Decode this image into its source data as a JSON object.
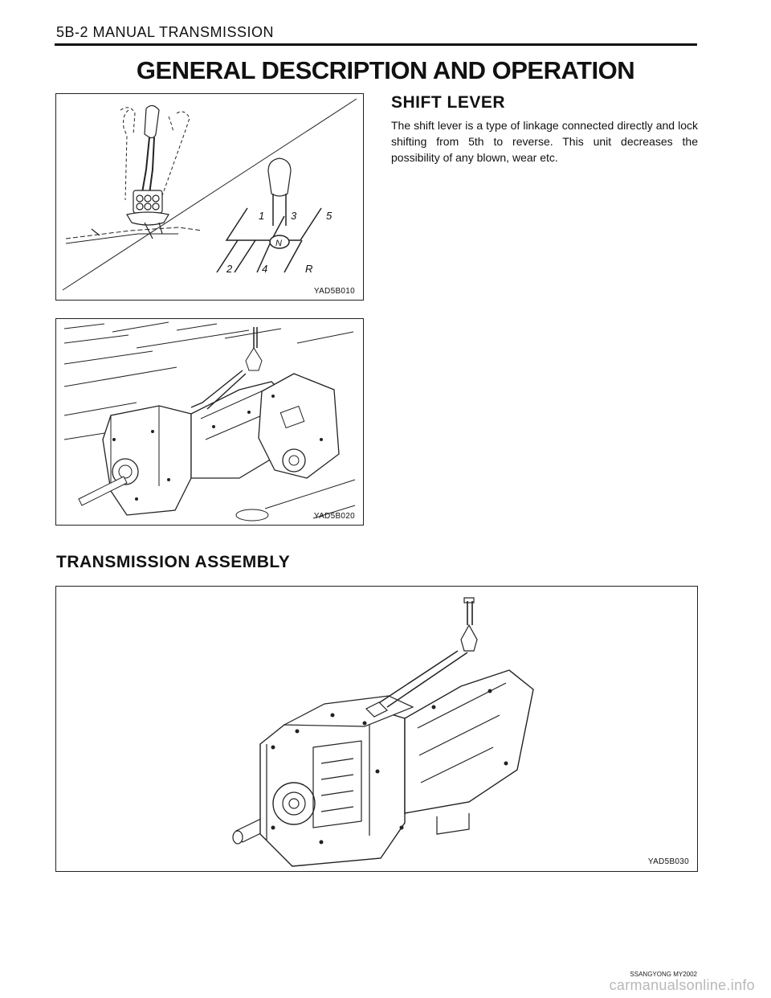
{
  "header": {
    "running_title": "5B-2  MANUAL TRANSMISSION",
    "page_title": "GENERAL DESCRIPTION AND OPERATION"
  },
  "figures": {
    "shift_lever": {
      "code": "YAD5B010",
      "gear_labels": [
        "1",
        "3",
        "5",
        "N",
        "2",
        "4",
        "R"
      ]
    },
    "transmission_transfer": {
      "code": "YAD5B020"
    },
    "transmission_assembly": {
      "code": "YAD5B030"
    }
  },
  "sections": {
    "shift_lever": {
      "heading": "SHIFT  LEVER",
      "body": "The shift lever is a type of linkage connected directly and lock shifting from 5th to reverse. This unit decreases the possibility of any blown, wear etc."
    },
    "transmission_assembly": {
      "heading": "TRANSMISSION  ASSEMBLY"
    }
  },
  "footer": {
    "brand": "SSANGYONG  MY2002",
    "watermark": "carmanualsonline.info"
  }
}
